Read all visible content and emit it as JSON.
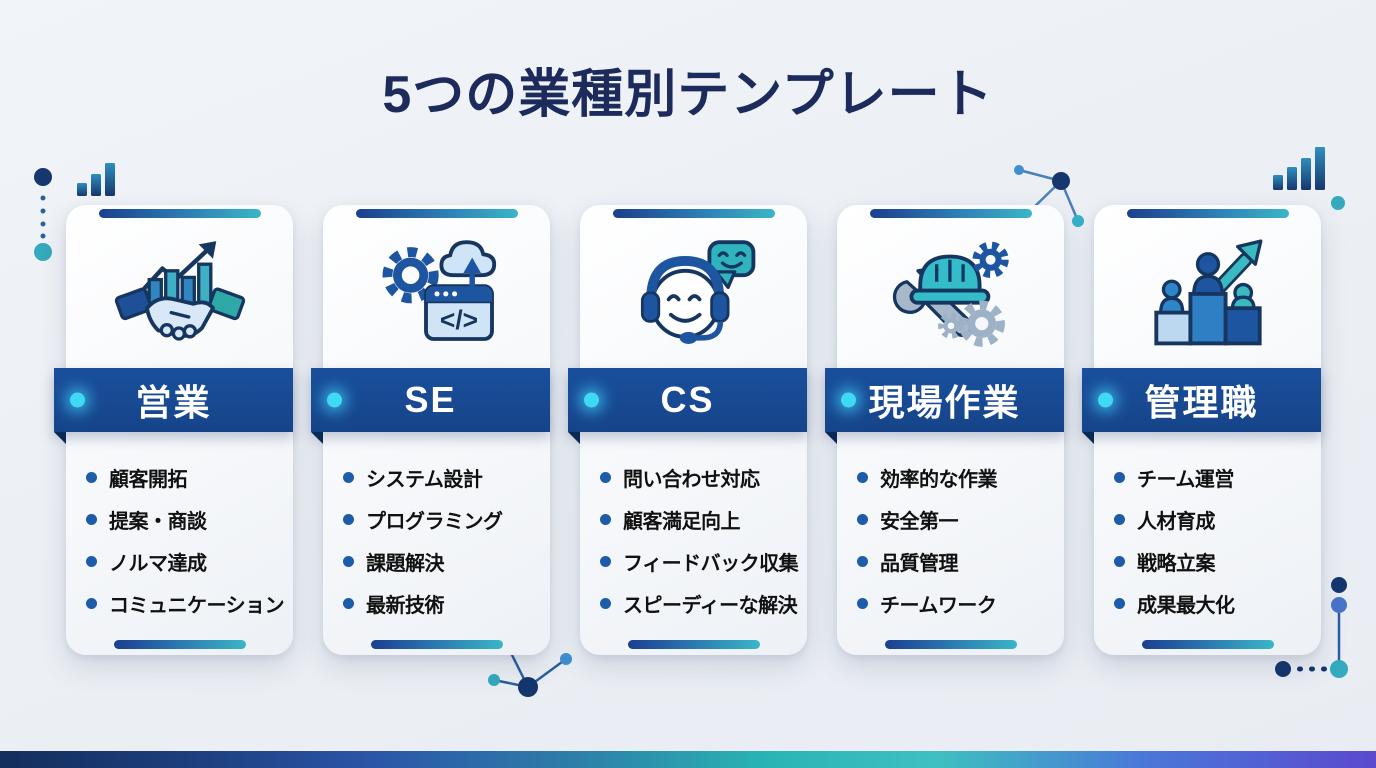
{
  "page": {
    "title": "5つの業種別テンプレート",
    "background_color": "#eef1f6"
  },
  "colors": {
    "title_text": "#1c2b5c",
    "banner": "#17498f",
    "banner_text": "#ffffff",
    "accent_navy": "#16365f",
    "accent_teal": "#35b9c9",
    "bullet": "#1d5ca8",
    "glow_dot": "#3fd9f5",
    "item_text": "#111111",
    "bottom_bar_gradient": [
      "#142e5d",
      "#2c55a8",
      "#2d7fa8",
      "#2ab5b3",
      "#4a78d8",
      "#5b49ce"
    ]
  },
  "cards": [
    {
      "title": "営業",
      "icon": "handshake-growth-chart-icon",
      "items": [
        "顧客開拓",
        "提案・商談",
        "ノルマ達成",
        "コミュニケーション"
      ]
    },
    {
      "title": "SE",
      "icon": "gear-code-window-cloud-icon",
      "items": [
        "システム設計",
        "プログラミング",
        "課題解決",
        "最新技術"
      ]
    },
    {
      "title": "CS",
      "icon": "headset-operator-chat-icon",
      "items": [
        "問い合わせ対応",
        "顧客満足向上",
        "フィードバック収集",
        "スピーディーな解決"
      ]
    },
    {
      "title": "現場作業",
      "icon": "hardhat-wrench-gears-icon",
      "items": [
        "効率的な作業",
        "安全第一",
        "品質管理",
        "チームワーク"
      ]
    },
    {
      "title": "管理職",
      "icon": "podium-team-growth-icon",
      "items": [
        "チーム運営",
        "人材育成",
        "戦略立案",
        "成果最大化"
      ]
    }
  ],
  "decorations": [
    "bar-chart-icon",
    "dotted-line-icon",
    "network-nodes-icon",
    "signal-bars-icon",
    "bottom-gradient-bar"
  ]
}
